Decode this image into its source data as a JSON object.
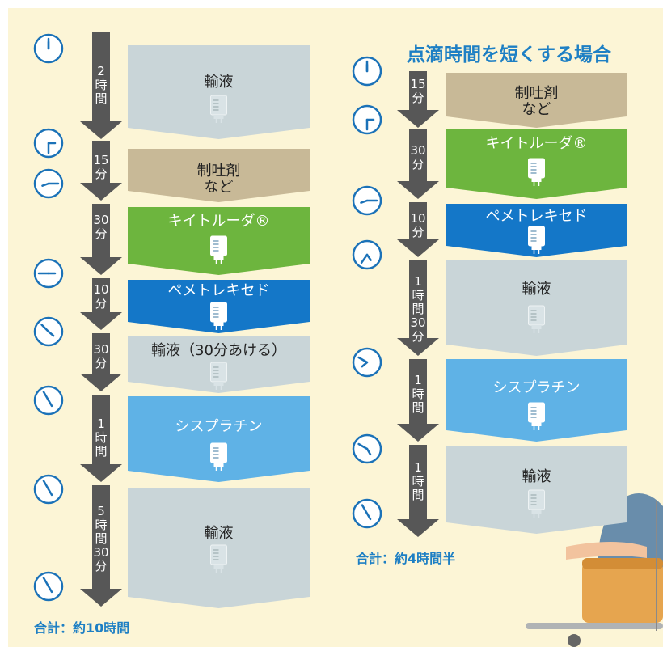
{
  "title": "点滴時間を短くする場合",
  "left": {
    "total": "合計：約10時間",
    "steps": [
      {
        "duration": "2時間",
        "label": "輸液"
      },
      {
        "duration": "15分",
        "label": "制吐剤\nなど"
      },
      {
        "duration": "30分",
        "label": "キイトルーダ®"
      },
      {
        "duration": "10分",
        "label": "ペメトレキセド"
      },
      {
        "duration": "30分",
        "label": "輸液（30分あける）"
      },
      {
        "duration": "1時間",
        "label": "シスプラチン"
      },
      {
        "duration": "5時間30分",
        "label": "輸液"
      }
    ]
  },
  "right": {
    "total": "合計：約4時間半",
    "steps": [
      {
        "duration": "15分",
        "label": "制吐剤\nなど"
      },
      {
        "duration": "30分",
        "label": "キイトルーダ®"
      },
      {
        "duration": "10分",
        "label": "ペメトレキセド"
      },
      {
        "duration": "1時間30分",
        "label": "輸液"
      },
      {
        "duration": "1時間",
        "label": "シスプラチン"
      },
      {
        "duration": "1時間",
        "label": "輸液"
      }
    ]
  },
  "colors": {
    "fluid": "#c9d5d8",
    "antiemetic": "#c8b997",
    "keytruda": "#6db53e",
    "pemetrexed": "#1477c8",
    "cisplatin": "#5fb2e6",
    "arrow": "#575757",
    "accent": "#1d7fc4",
    "background": "#fcf5d6"
  },
  "icons": [
    "clock-icon",
    "iv-bag-icon",
    "down-arrow-icon",
    "patient-illustration"
  ]
}
